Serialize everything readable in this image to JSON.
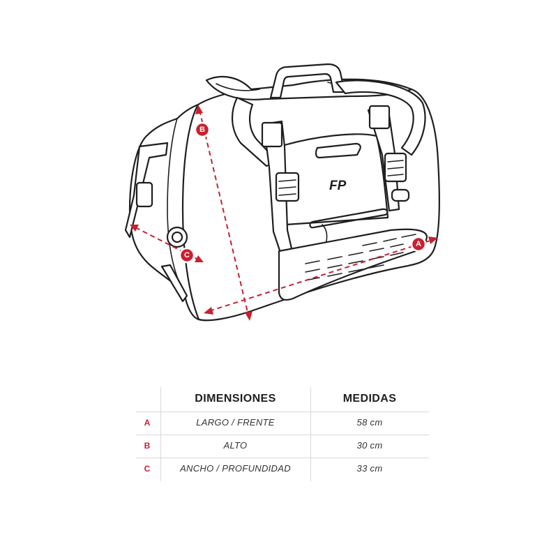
{
  "illustration": {
    "logo_text": "FP",
    "markers": [
      {
        "letter": "A"
      },
      {
        "letter": "B"
      },
      {
        "letter": "C"
      }
    ]
  },
  "table": {
    "headers": {
      "dimension": "DIMENSIONES",
      "measure": "MEDIDAS"
    },
    "rows": [
      {
        "key": "A",
        "dimension": "LARGO / FRENTE",
        "measure": "58 cm"
      },
      {
        "key": "B",
        "dimension": "ALTO",
        "measure": "30 cm"
      },
      {
        "key": "C",
        "dimension": "ANCHO / PROFUNDIDAD",
        "measure": "33 cm"
      }
    ]
  },
  "colors": {
    "accent": "#c9202f",
    "outline": "#1e1e1e",
    "grid": "#d8d8d8"
  }
}
